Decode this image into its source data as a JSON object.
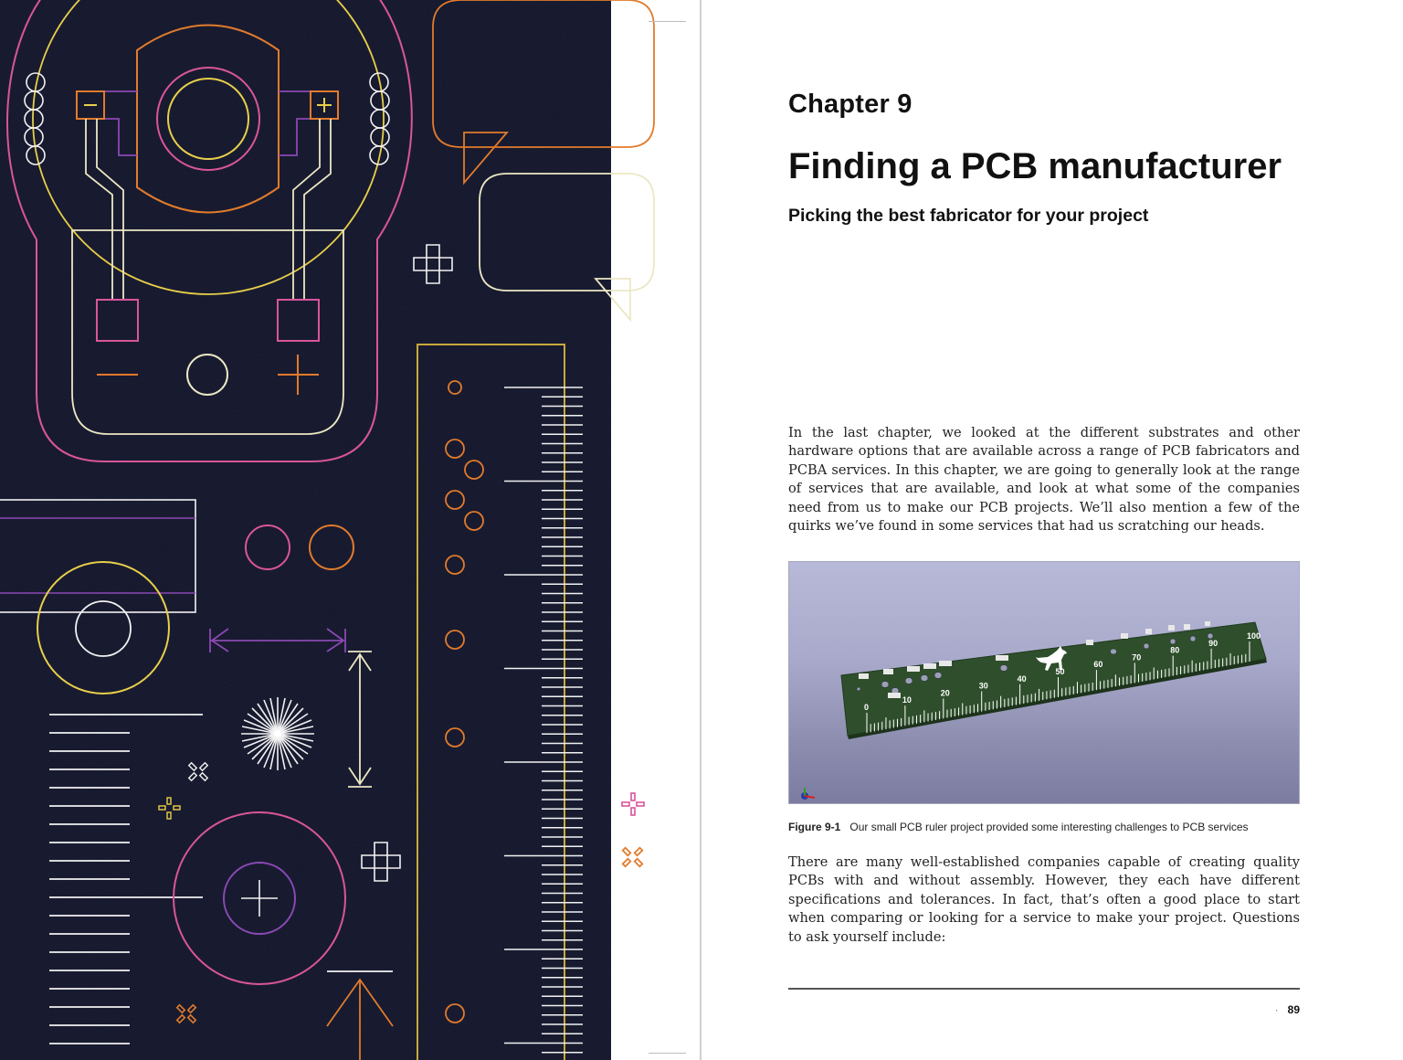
{
  "left_page": {
    "kind": "decorative-chapter-opener-artwork",
    "background_color": "#12152a",
    "palette": {
      "pink": "#d9559b",
      "yellow": "#e8cf4a",
      "orange": "#e27b2c",
      "purple": "#8a48b3",
      "cream": "#ece8c4",
      "white": "#f2f2f2",
      "gold": "#c9a93a"
    }
  },
  "right_page": {
    "chapter_label": "Chapter 9",
    "chapter_title": "Finding a PCB manufacturer",
    "chapter_subtitle": "Picking the best fabricator for your project",
    "paragraphs": [
      "In the last chapter, we looked at the different substrates and other hardware options that are available across a range of PCB fabricators and PCBA services. In this chapter, we are going to generally look at the range of services that are available, and look at what some of the companies need from us to make our PCB projects. We’ll also mention a few of the quirks we’ve found in some services that had us scratching our heads.",
      "There are many well-established companies capable of creating quality PCBs with and without assembly. However, they each have different specifications and tolerances. In fact, that’s often a good place to start when comparing or looking for a service to make your project. Questions to ask yourself include:"
    ],
    "figure": {
      "number": "Figure 9-1",
      "caption": "Our small PCB ruler project provided some interesting challenges to PCB services",
      "image_description": "3D render of a green PCB ruler with scale 0-100 and a dog silhouette",
      "board_color": "#2f4f2c",
      "scale_labels": [
        "0",
        "10",
        "20",
        "30",
        "40",
        "50",
        "60",
        "70",
        "80",
        "90",
        "100"
      ]
    },
    "footer": {
      "separator": "·",
      "page_number": "89"
    }
  }
}
